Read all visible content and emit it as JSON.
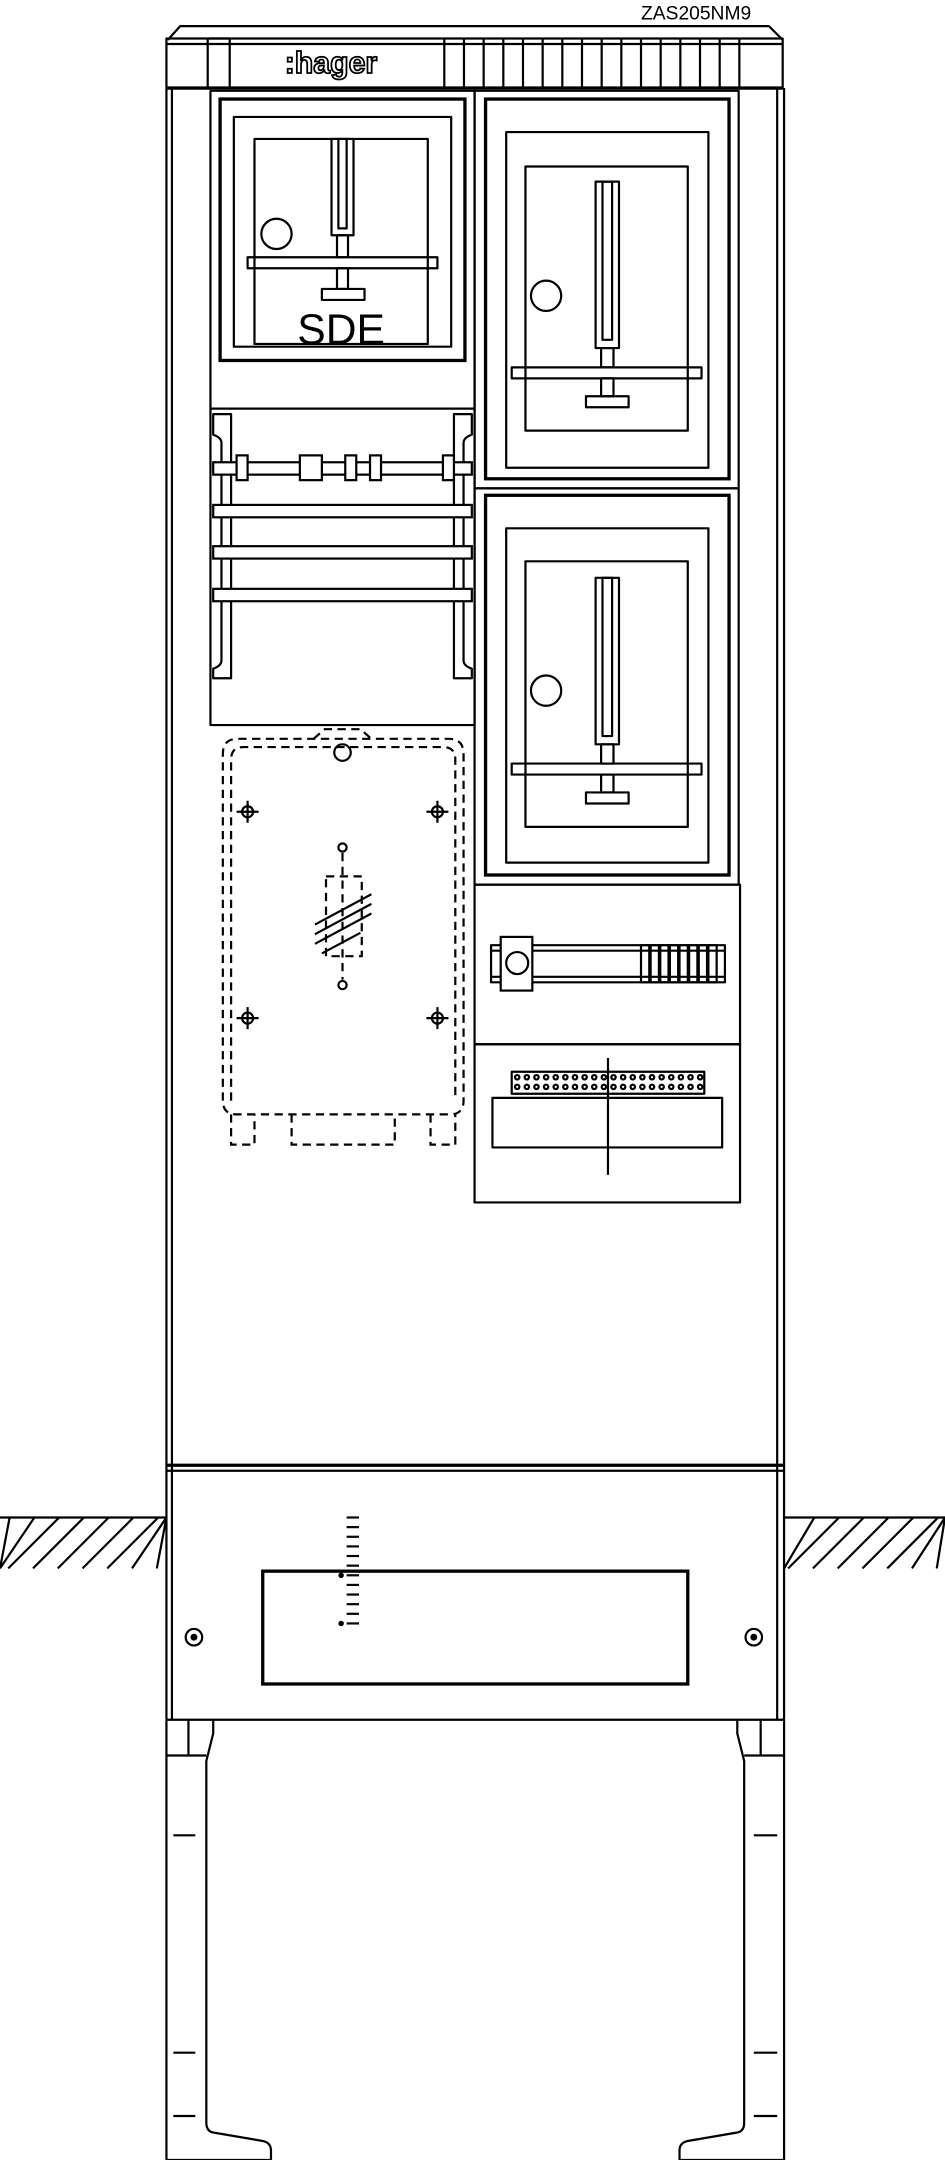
{
  "model_code": "ZAS205NM9",
  "brand_logo": ":hager",
  "compartment_label": "SDE",
  "colors": {
    "line": "#000000",
    "background": "#ffffff"
  }
}
